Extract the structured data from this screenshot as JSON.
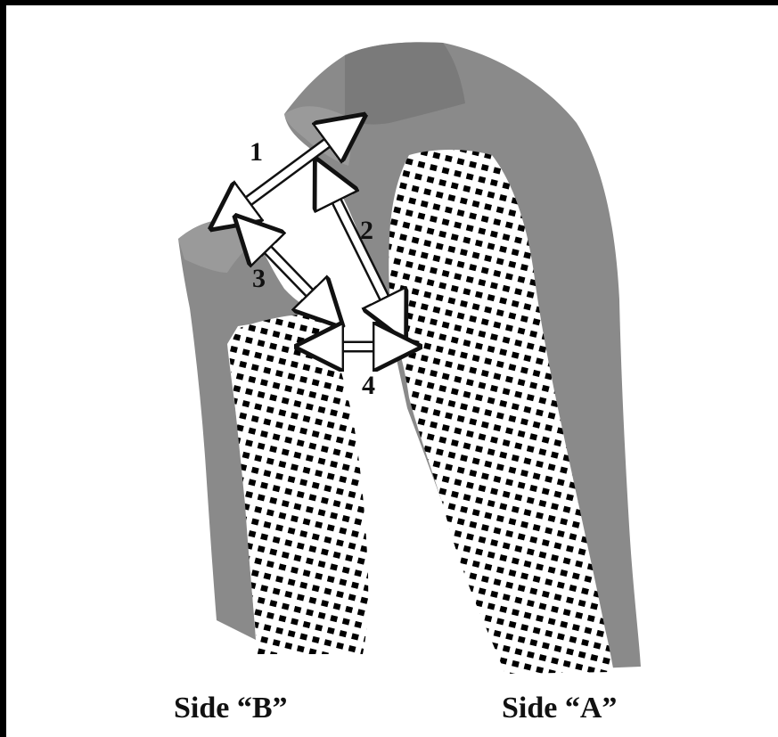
{
  "diagram": {
    "labels": {
      "arrow1": "1",
      "arrow2": "2",
      "arrow3": "3",
      "arrow4": "4"
    },
    "captions": {
      "side_b": "Side “B”",
      "side_a": "Side “A”"
    },
    "colors": {
      "frame": "#000000",
      "background": "#ffffff",
      "enamel_top": "#8a8a8a",
      "enamel_side": "#6b6b6b",
      "dentin_pattern": "#000000",
      "arrow_fill": "#ffffff",
      "arrow_outline": "#111111"
    }
  }
}
